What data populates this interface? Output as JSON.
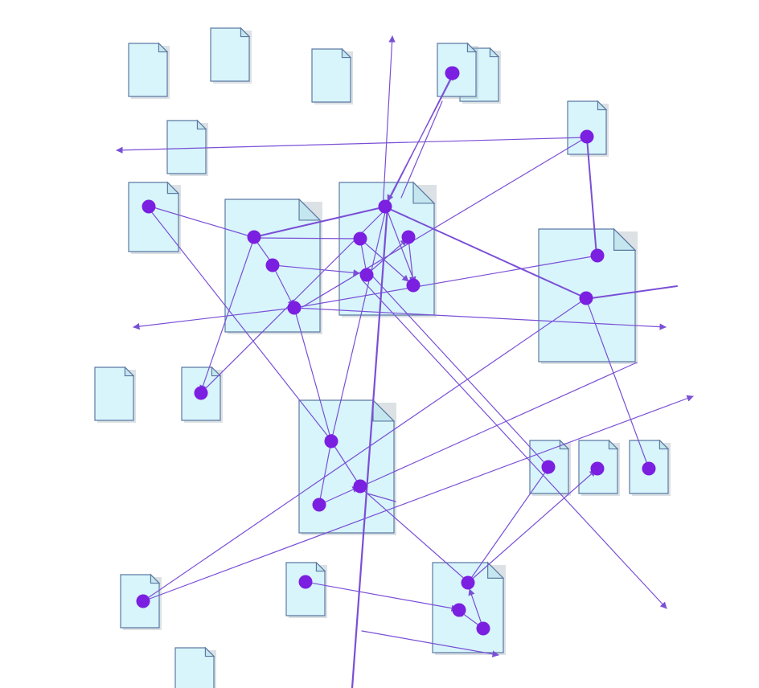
{
  "diagram": {
    "type": "linked-documents-graph",
    "colors": {
      "background": "#ffffff",
      "document_fill": "#d7f5fb",
      "document_stroke": "#5d79a3",
      "node": "#7b1fe0",
      "edge": "#7a4fd6"
    },
    "documents": [
      {
        "id": "d1"
      },
      {
        "id": "d2"
      },
      {
        "id": "d3"
      },
      {
        "id": "d4a"
      },
      {
        "id": "d4b"
      },
      {
        "id": "d5"
      },
      {
        "id": "d6"
      },
      {
        "id": "d7"
      },
      {
        "id": "d8"
      },
      {
        "id": "d9"
      },
      {
        "id": "d10"
      },
      {
        "id": "d11"
      },
      {
        "id": "d12"
      },
      {
        "id": "d13"
      },
      {
        "id": "d14"
      },
      {
        "id": "d15"
      },
      {
        "id": "d16"
      },
      {
        "id": "d17"
      },
      {
        "id": "d18"
      },
      {
        "id": "d19"
      },
      {
        "id": "d20"
      },
      {
        "id": "d21"
      }
    ],
    "nodes": [
      {
        "id": "n1"
      },
      {
        "id": "n2"
      },
      {
        "id": "n3"
      },
      {
        "id": "n4"
      },
      {
        "id": "n5"
      },
      {
        "id": "n6"
      },
      {
        "id": "n7"
      },
      {
        "id": "n8"
      },
      {
        "id": "n9"
      },
      {
        "id": "n10"
      },
      {
        "id": "n11"
      },
      {
        "id": "n12"
      },
      {
        "id": "n13"
      },
      {
        "id": "n14"
      },
      {
        "id": "n15"
      },
      {
        "id": "n16"
      },
      {
        "id": "n17"
      },
      {
        "id": "n18"
      },
      {
        "id": "n19"
      },
      {
        "id": "n20"
      },
      {
        "id": "n21"
      },
      {
        "id": "n22"
      },
      {
        "id": "n23"
      },
      {
        "id": "n24"
      },
      {
        "id": "n25"
      },
      {
        "id": "n26"
      }
    ],
    "edges": [
      {
        "from": "n5",
        "to": "n4"
      },
      {
        "from": "n4",
        "to": "n1"
      },
      {
        "from": "n5",
        "to": "n7"
      },
      {
        "from": "n5",
        "to": "n6"
      },
      {
        "from": "n5",
        "to": "n11"
      },
      {
        "from": "n5",
        "to": "n12"
      },
      {
        "from": "n5",
        "to": "n8"
      },
      {
        "from": "n8",
        "to": "n9"
      },
      {
        "from": "n9",
        "to": "n10"
      },
      {
        "from": "n10",
        "to": "n11"
      },
      {
        "from": "n4",
        "to": "n3"
      },
      {
        "from": "n4",
        "to": "n15"
      },
      {
        "from": "n4",
        "to": "n13"
      },
      {
        "from": "n4",
        "to": "n14"
      },
      {
        "from": "n4",
        "to": "n16"
      },
      {
        "from": "n4",
        "to": "n19"
      },
      {
        "from": "n6",
        "to": "n19"
      },
      {
        "from": "n13",
        "to": "n12"
      },
      {
        "from": "n2",
        "to": "n23"
      },
      {
        "from": "n18",
        "to": "n13"
      }
    ]
  }
}
